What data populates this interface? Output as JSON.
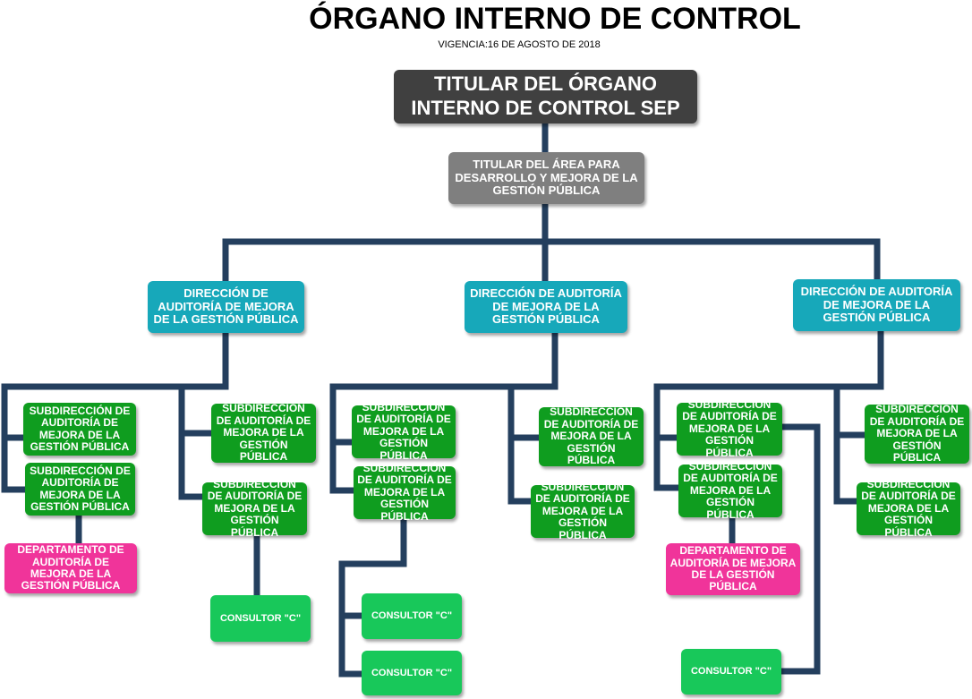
{
  "header": {
    "title": "ÓRGANO INTERNO DE CONTROL",
    "vigencia": "VIGENCIA:16 DE AGOSTO DE 2018"
  },
  "colors": {
    "connector": "#243f5e",
    "titular": "#404040",
    "area": "#7f7f7f",
    "direccion": "#17a8ba",
    "subdireccion": "#0f9d1f",
    "departamento": "#f0349a",
    "consultor": "#18c85a"
  },
  "titular": "TITULAR DEL ÓRGANO INTERNO DE CONTROL SEP",
  "area": "TITULAR DEL ÁREA PARA DESARROLLO Y MEJORA DE LA GESTIÓN PÚBLICA",
  "left": {
    "direccion": "DIRECCIÓN DE AUDITORÍA DE MEJORA DE LA GESTIÓN PÚBLICA",
    "sub_a": "SUBDIRECCIÓN DE AUDITORÍA DE MEJORA DE LA GESTIÓN PÚBLICA",
    "sub_b": "SUBDIRECCIÓN DE AUDITORÍA DE MEJORA DE LA GESTIÓN PÚBLICA",
    "departamento": "DEPARTAMENTO  DE AUDITORÍA DE MEJORA DE LA GESTIÓN PÚBLICA",
    "sub_c": "SUBDIRECCIÓN DE AUDITORÍA DE MEJORA DE LA GESTIÓN PÚBLICA",
    "sub_d": "SUBDIRECCIÓN DE AUDITORÍA DE MEJORA DE LA GESTIÓN PÚBLICA",
    "consultor": "CONSULTOR \"C\""
  },
  "middle": {
    "direccion": "DIRECCIÓN DE AUDITORÍA DE MEJORA DE LA GESTIÓN PÚBLICA",
    "sub_a": "SUBDIRECCIÓN DE AUDITORÍA DE MEJORA DE LA GESTIÓN PÚBLICA",
    "sub_b": "SUBDIRECCIÓN DE AUDITORÍA DE MEJORA DE LA GESTIÓN PÚBLICA",
    "sub_c": "SUBDIRECCIÓN DE AUDITORÍA DE MEJORA DE LA GESTIÓN PÚBLICA",
    "sub_d": "SUBDIRECCIÓN DE AUDITORÍA DE MEJORA DE LA GESTIÓN PÚBLICA",
    "consultor_1": "CONSULTOR \"C\"",
    "consultor_2": "CONSULTOR \"C\""
  },
  "right": {
    "direccion": "DIRECCIÓN DE AUDITORÍA DE MEJORA DE LA GESTIÓN PÚBLICA",
    "sub_a": "SUBDIRECCIÓN DE AUDITORÍA DE MEJORA DE LA GESTIÓN PÚBLICA",
    "sub_b": "SUBDIRECCIÓN DE AUDITORÍA DE MEJORA DE LA GESTIÓN PÚBLICA",
    "departamento": "DEPARTAMENTO  DE AUDITORÍA DE MEJORA DE LA GESTIÓN PÚBLICA",
    "sub_c": "SUBDIRECCIÓN DE AUDITORÍA DE MEJORA DE LA GESTIÓN PÚBLICA",
    "sub_d": "SUBDIRECCIÓN DE AUDITORÍA DE MEJORA DE LA GESTIÓN PÚBLICA",
    "consultor": "CONSULTOR \"C\""
  }
}
